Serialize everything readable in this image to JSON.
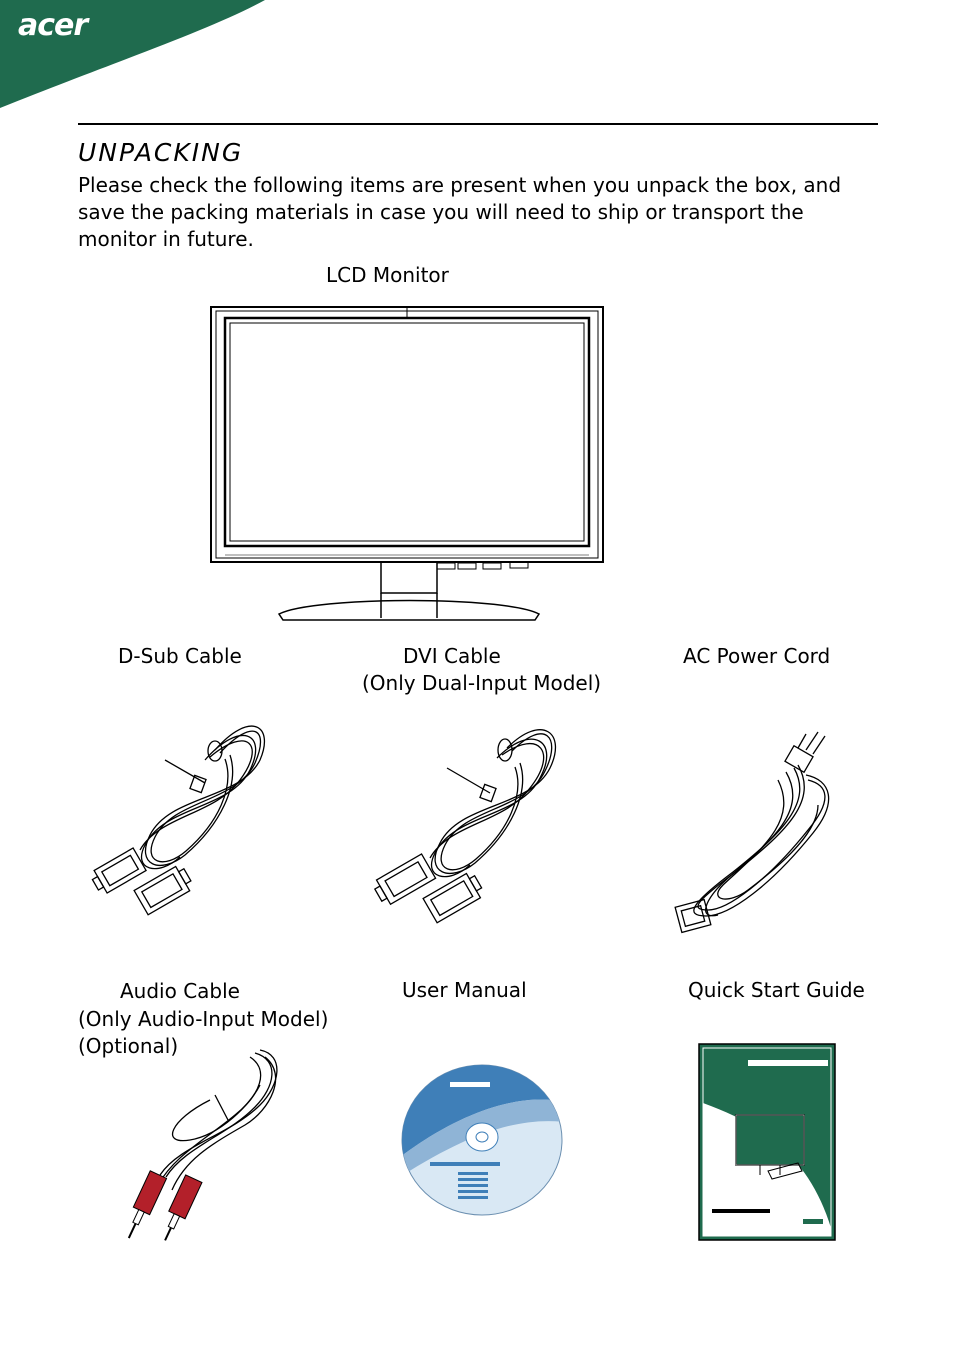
{
  "brand": {
    "logo_text": "acer",
    "band_color": "#1f6b4e"
  },
  "section": {
    "title": "UNPACKING",
    "intro": "Please check the following items are present when you unpack the box, and save the packing materials in case you will need to ship or transport the monitor in future."
  },
  "items": {
    "monitor": {
      "label": "LCD Monitor"
    },
    "dsub": {
      "label": "D-Sub Cable"
    },
    "dvi": {
      "label": "DVI Cable",
      "note": "(Only Dual-Input Model)"
    },
    "power": {
      "label": "AC Power Cord"
    },
    "audio": {
      "label": "Audio Cable",
      "note": "(Only Audio-Input Model)",
      "note2": "(Optional)"
    },
    "manual": {
      "label": "User Manual"
    },
    "guide": {
      "label": "Quick Start Guide"
    }
  },
  "colors": {
    "guide_green": "#1f6b4e",
    "cd_blue": "#3f7fb8",
    "plug_red": "#b3202a"
  },
  "icons": [
    "monitor-illustration",
    "dsub-cable-icon",
    "dvi-cable-icon",
    "power-cord-icon",
    "audio-cable-icon",
    "cd-icon",
    "quick-start-guide-icon"
  ]
}
